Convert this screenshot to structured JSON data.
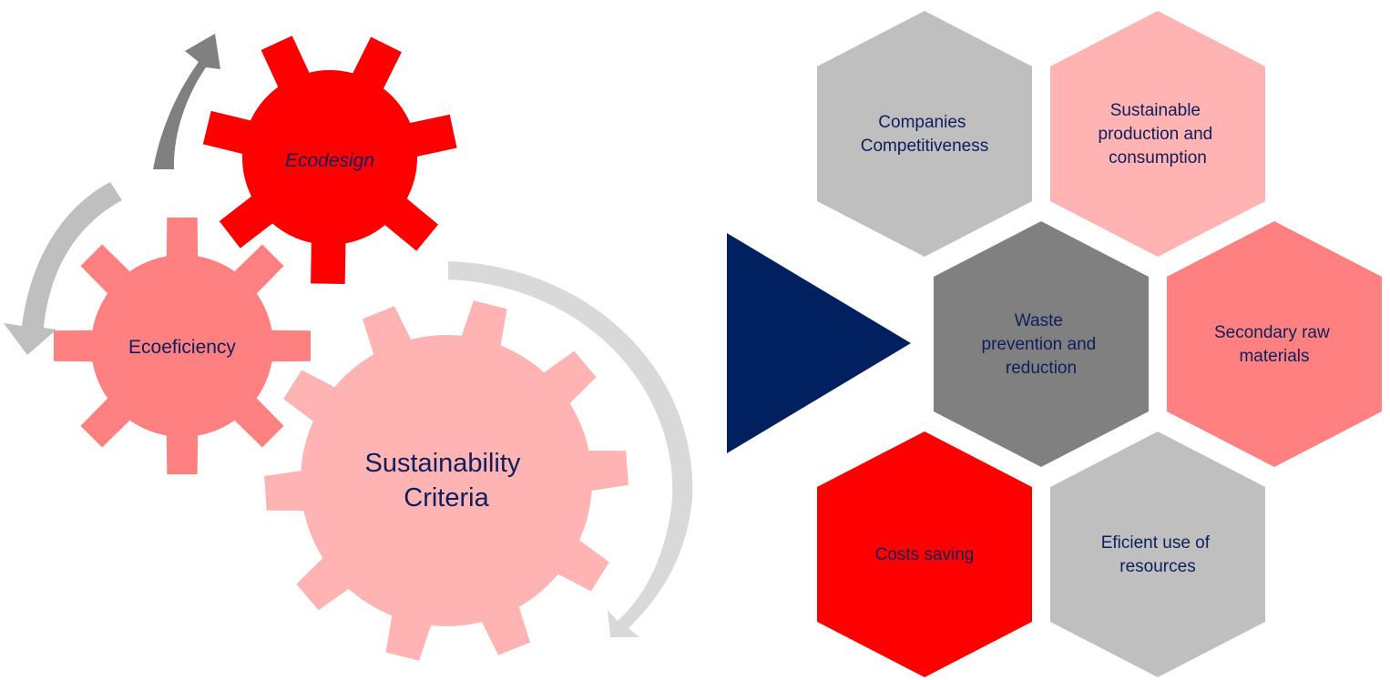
{
  "colors": {
    "text": "#0d1f5c",
    "red": "#ff0000",
    "salmon": "#ff8080",
    "pink": "#ffb3b3",
    "light_gray": "#bfbfbf",
    "dark_gray": "#808080",
    "navy": "#002060",
    "arrow_dark": "#808080",
    "arrow_mid": "#bfbfbf",
    "arrow_light": "#d9d9d9"
  },
  "gears": [
    {
      "id": "ecodesign",
      "lines": [
        "Ecodesign"
      ],
      "italic": true,
      "color": "#ff0000"
    },
    {
      "id": "ecoeficiency",
      "lines": [
        "Ecoeficiency"
      ],
      "italic": false,
      "color": "#ff8080"
    },
    {
      "id": "sustainability-criteria",
      "lines": [
        "Sustainability",
        "Criteria"
      ],
      "italic": false,
      "color": "#ffb3b3"
    }
  ],
  "hexagons": [
    {
      "id": "companies-competitiveness",
      "lines": [
        "Companies",
        "Competitiveness"
      ],
      "color": "#bfbfbf"
    },
    {
      "id": "sustainable-production",
      "lines": [
        "Sustainable",
        "production and",
        "consumption"
      ],
      "color": "#ffb3b3"
    },
    {
      "id": "waste-prevention",
      "lines": [
        "Waste",
        "prevention and",
        "reduction"
      ],
      "color": "#808080"
    },
    {
      "id": "secondary-raw-materials",
      "lines": [
        "Secondary raw",
        "materials"
      ],
      "color": "#ff8080"
    },
    {
      "id": "costs-saving",
      "lines": [
        "Costs saving"
      ],
      "color": "#ff0000"
    },
    {
      "id": "eficient-use",
      "lines": [
        "Eficient use of",
        "resources"
      ],
      "color": "#bfbfbf"
    }
  ]
}
